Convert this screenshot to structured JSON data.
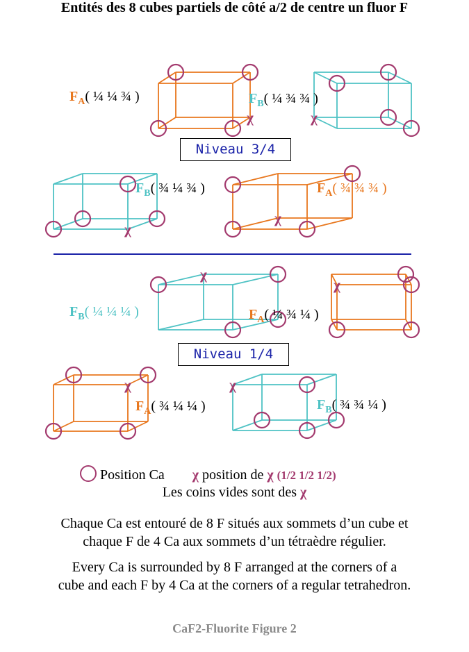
{
  "title": "Entités des 8 cubes partiels de côté a/2 de centre un fluor F",
  "colors": {
    "fa": "#e8771e",
    "fb": "#4ec2c4",
    "ca": "#a33a6e",
    "divider": "#1a22a8",
    "niveau_text": "#1a22a8"
  },
  "levels": {
    "upper": "Niveau 3/4",
    "lower": "Niveau 1/4"
  },
  "cubes": [
    {
      "id": "cube1",
      "sym": "F",
      "sub": "A",
      "coords": "( ¼ ¼ ¾ )",
      "chi_mark": "χ"
    },
    {
      "id": "cube2",
      "sym": "F",
      "sub": "B",
      "coords": "( ¼ ¾ ¾ )",
      "chi_mark": "χ"
    },
    {
      "id": "cube3",
      "sym": "F",
      "sub": "B",
      "coords": "( ¾ ¼ ¾ )",
      "chi_mark": "χ"
    },
    {
      "id": "cube4",
      "sym": "F",
      "sub": "A",
      "coords": "( ¾ ¾ ¾ )",
      "chi_mark": "χ"
    },
    {
      "id": "cube5",
      "sym": "F",
      "sub": "B",
      "coords": "( ¼ ¼ ¼ )",
      "chi_mark": "χ"
    },
    {
      "id": "cube6",
      "sym": "F",
      "sub": "A",
      "coords": "( ¼ ¾ ¼ )",
      "chi_mark": "χ"
    },
    {
      "id": "cube7",
      "sym": "F",
      "sub": "A",
      "coords": "( ¾ ¼ ¼ )",
      "chi_mark": "χ"
    },
    {
      "id": "cube8",
      "sym": "F",
      "sub": "B",
      "coords": "( ¾ ¾ ¼ )",
      "chi_mark": "χ"
    }
  ],
  "legend": {
    "ca_label": "Position Ca",
    "chi_symbol": "χ",
    "chi_label": "position de",
    "chi_coords": "(1/2 1/2 1/2)",
    "empty_corners": "Les coins vides sont des"
  },
  "text_fr_1": "Chaque Ca est entouré de 8 F situés aux sommets d’un cube et",
  "text_fr_2": "chaque F de 4 Ca aux sommets d’un tétraèdre régulier.",
  "text_en_1": "Every Ca is surrounded by 8 F arranged at the corners of a",
  "text_en_2": "cube and each F by 4 Ca at the corners of a regular tetrahedron.",
  "caption": "CaF2-Fluorite  Figure 2"
}
